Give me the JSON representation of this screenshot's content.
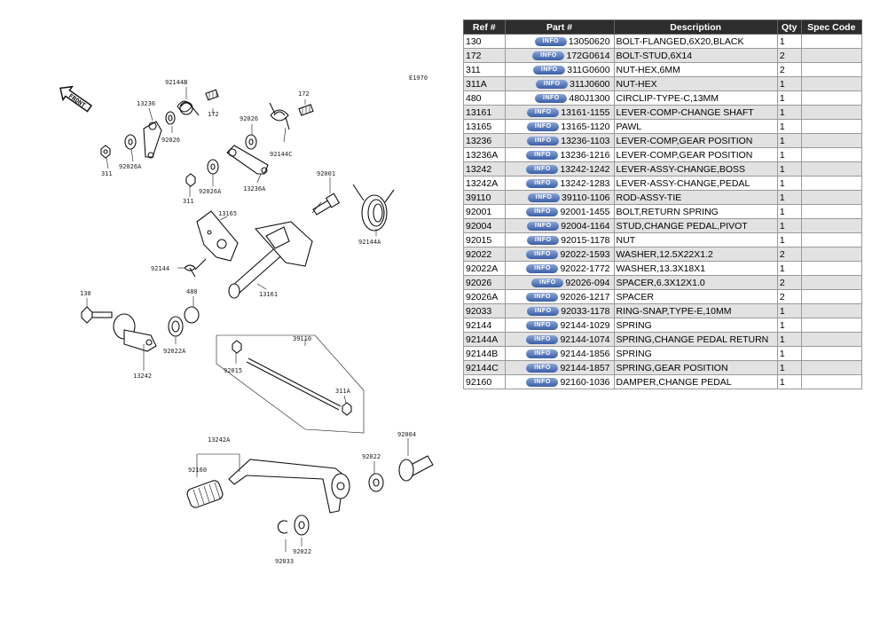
{
  "diagram": {
    "code": "E1970",
    "front_label": "FRONT",
    "callouts": [
      "92144B",
      "172",
      "13236",
      "92026",
      "92144C",
      "172",
      "311",
      "92026A",
      "92026",
      "311",
      "92026A",
      "13236A",
      "92001",
      "13165",
      "92144A",
      "92144",
      "480",
      "13161",
      "130",
      "92022A",
      "13242",
      "39110",
      "92015",
      "311A",
      "13242A",
      "92004",
      "92160",
      "92022",
      "92022",
      "92033"
    ]
  },
  "table": {
    "headers": {
      "ref": "Ref #",
      "part": "Part #",
      "desc": "Description",
      "qty": "Qty",
      "spec": "Spec Code"
    },
    "info_label": "INFO",
    "rows": [
      {
        "ref": "130",
        "part": "13050620",
        "desc": "BOLT-FLANGED,6X20,BLACK",
        "qty": "1",
        "spec": ""
      },
      {
        "ref": "172",
        "part": "172G0614",
        "desc": "BOLT-STUD,6X14",
        "qty": "2",
        "spec": ""
      },
      {
        "ref": "311",
        "part": "311G0600",
        "desc": "NUT-HEX,6MM",
        "qty": "2",
        "spec": ""
      },
      {
        "ref": "311A",
        "part": "311J0600",
        "desc": "NUT-HEX",
        "qty": "1",
        "spec": ""
      },
      {
        "ref": "480",
        "part": "480J1300",
        "desc": "CIRCLIP-TYPE-C,13MM",
        "qty": "1",
        "spec": ""
      },
      {
        "ref": "13161",
        "part": "13161-1155",
        "desc": "LEVER-COMP-CHANGE SHAFT",
        "qty": "1",
        "spec": ""
      },
      {
        "ref": "13165",
        "part": "13165-1120",
        "desc": "PAWL",
        "qty": "1",
        "spec": ""
      },
      {
        "ref": "13236",
        "part": "13236-1103",
        "desc": "LEVER-COMP,GEAR POSITION",
        "qty": "1",
        "spec": ""
      },
      {
        "ref": "13236A",
        "part": "13236-1216",
        "desc": "LEVER-COMP,GEAR POSITION",
        "qty": "1",
        "spec": ""
      },
      {
        "ref": "13242",
        "part": "13242-1242",
        "desc": "LEVER-ASSY-CHANGE,BOSS",
        "qty": "1",
        "spec": ""
      },
      {
        "ref": "13242A",
        "part": "13242-1283",
        "desc": "LEVER-ASSY-CHANGE,PEDAL",
        "qty": "1",
        "spec": ""
      },
      {
        "ref": "39110",
        "part": "39110-1106",
        "desc": "ROD-ASSY-TIE",
        "qty": "1",
        "spec": ""
      },
      {
        "ref": "92001",
        "part": "92001-1455",
        "desc": "BOLT,RETURN SPRING",
        "qty": "1",
        "spec": ""
      },
      {
        "ref": "92004",
        "part": "92004-1164",
        "desc": "STUD,CHANGE PEDAL,PIVOT",
        "qty": "1",
        "spec": ""
      },
      {
        "ref": "92015",
        "part": "92015-1178",
        "desc": "NUT",
        "qty": "1",
        "spec": ""
      },
      {
        "ref": "92022",
        "part": "92022-1593",
        "desc": "WASHER,12.5X22X1.2",
        "qty": "2",
        "spec": ""
      },
      {
        "ref": "92022A",
        "part": "92022-1772",
        "desc": "WASHER,13.3X18X1",
        "qty": "1",
        "spec": ""
      },
      {
        "ref": "92026",
        "part": "92026-094",
        "desc": "SPACER,6.3X12X1.0",
        "qty": "2",
        "spec": ""
      },
      {
        "ref": "92026A",
        "part": "92026-1217",
        "desc": "SPACER",
        "qty": "2",
        "spec": ""
      },
      {
        "ref": "92033",
        "part": "92033-1178",
        "desc": "RING-SNAP,TYPE-E,10MM",
        "qty": "1",
        "spec": ""
      },
      {
        "ref": "92144",
        "part": "92144-1029",
        "desc": "SPRING",
        "qty": "1",
        "spec": ""
      },
      {
        "ref": "92144A",
        "part": "92144-1074",
        "desc": "SPRING,CHANGE PEDAL RETURN",
        "qty": "1",
        "spec": ""
      },
      {
        "ref": "92144B",
        "part": "92144-1856",
        "desc": "SPRING",
        "qty": "1",
        "spec": ""
      },
      {
        "ref": "92144C",
        "part": "92144-1857",
        "desc": "SPRING,GEAR POSITION",
        "qty": "1",
        "spec": ""
      },
      {
        "ref": "92160",
        "part": "92160-1036",
        "desc": "DAMPER,CHANGE PEDAL",
        "qty": "1",
        "spec": ""
      }
    ]
  }
}
